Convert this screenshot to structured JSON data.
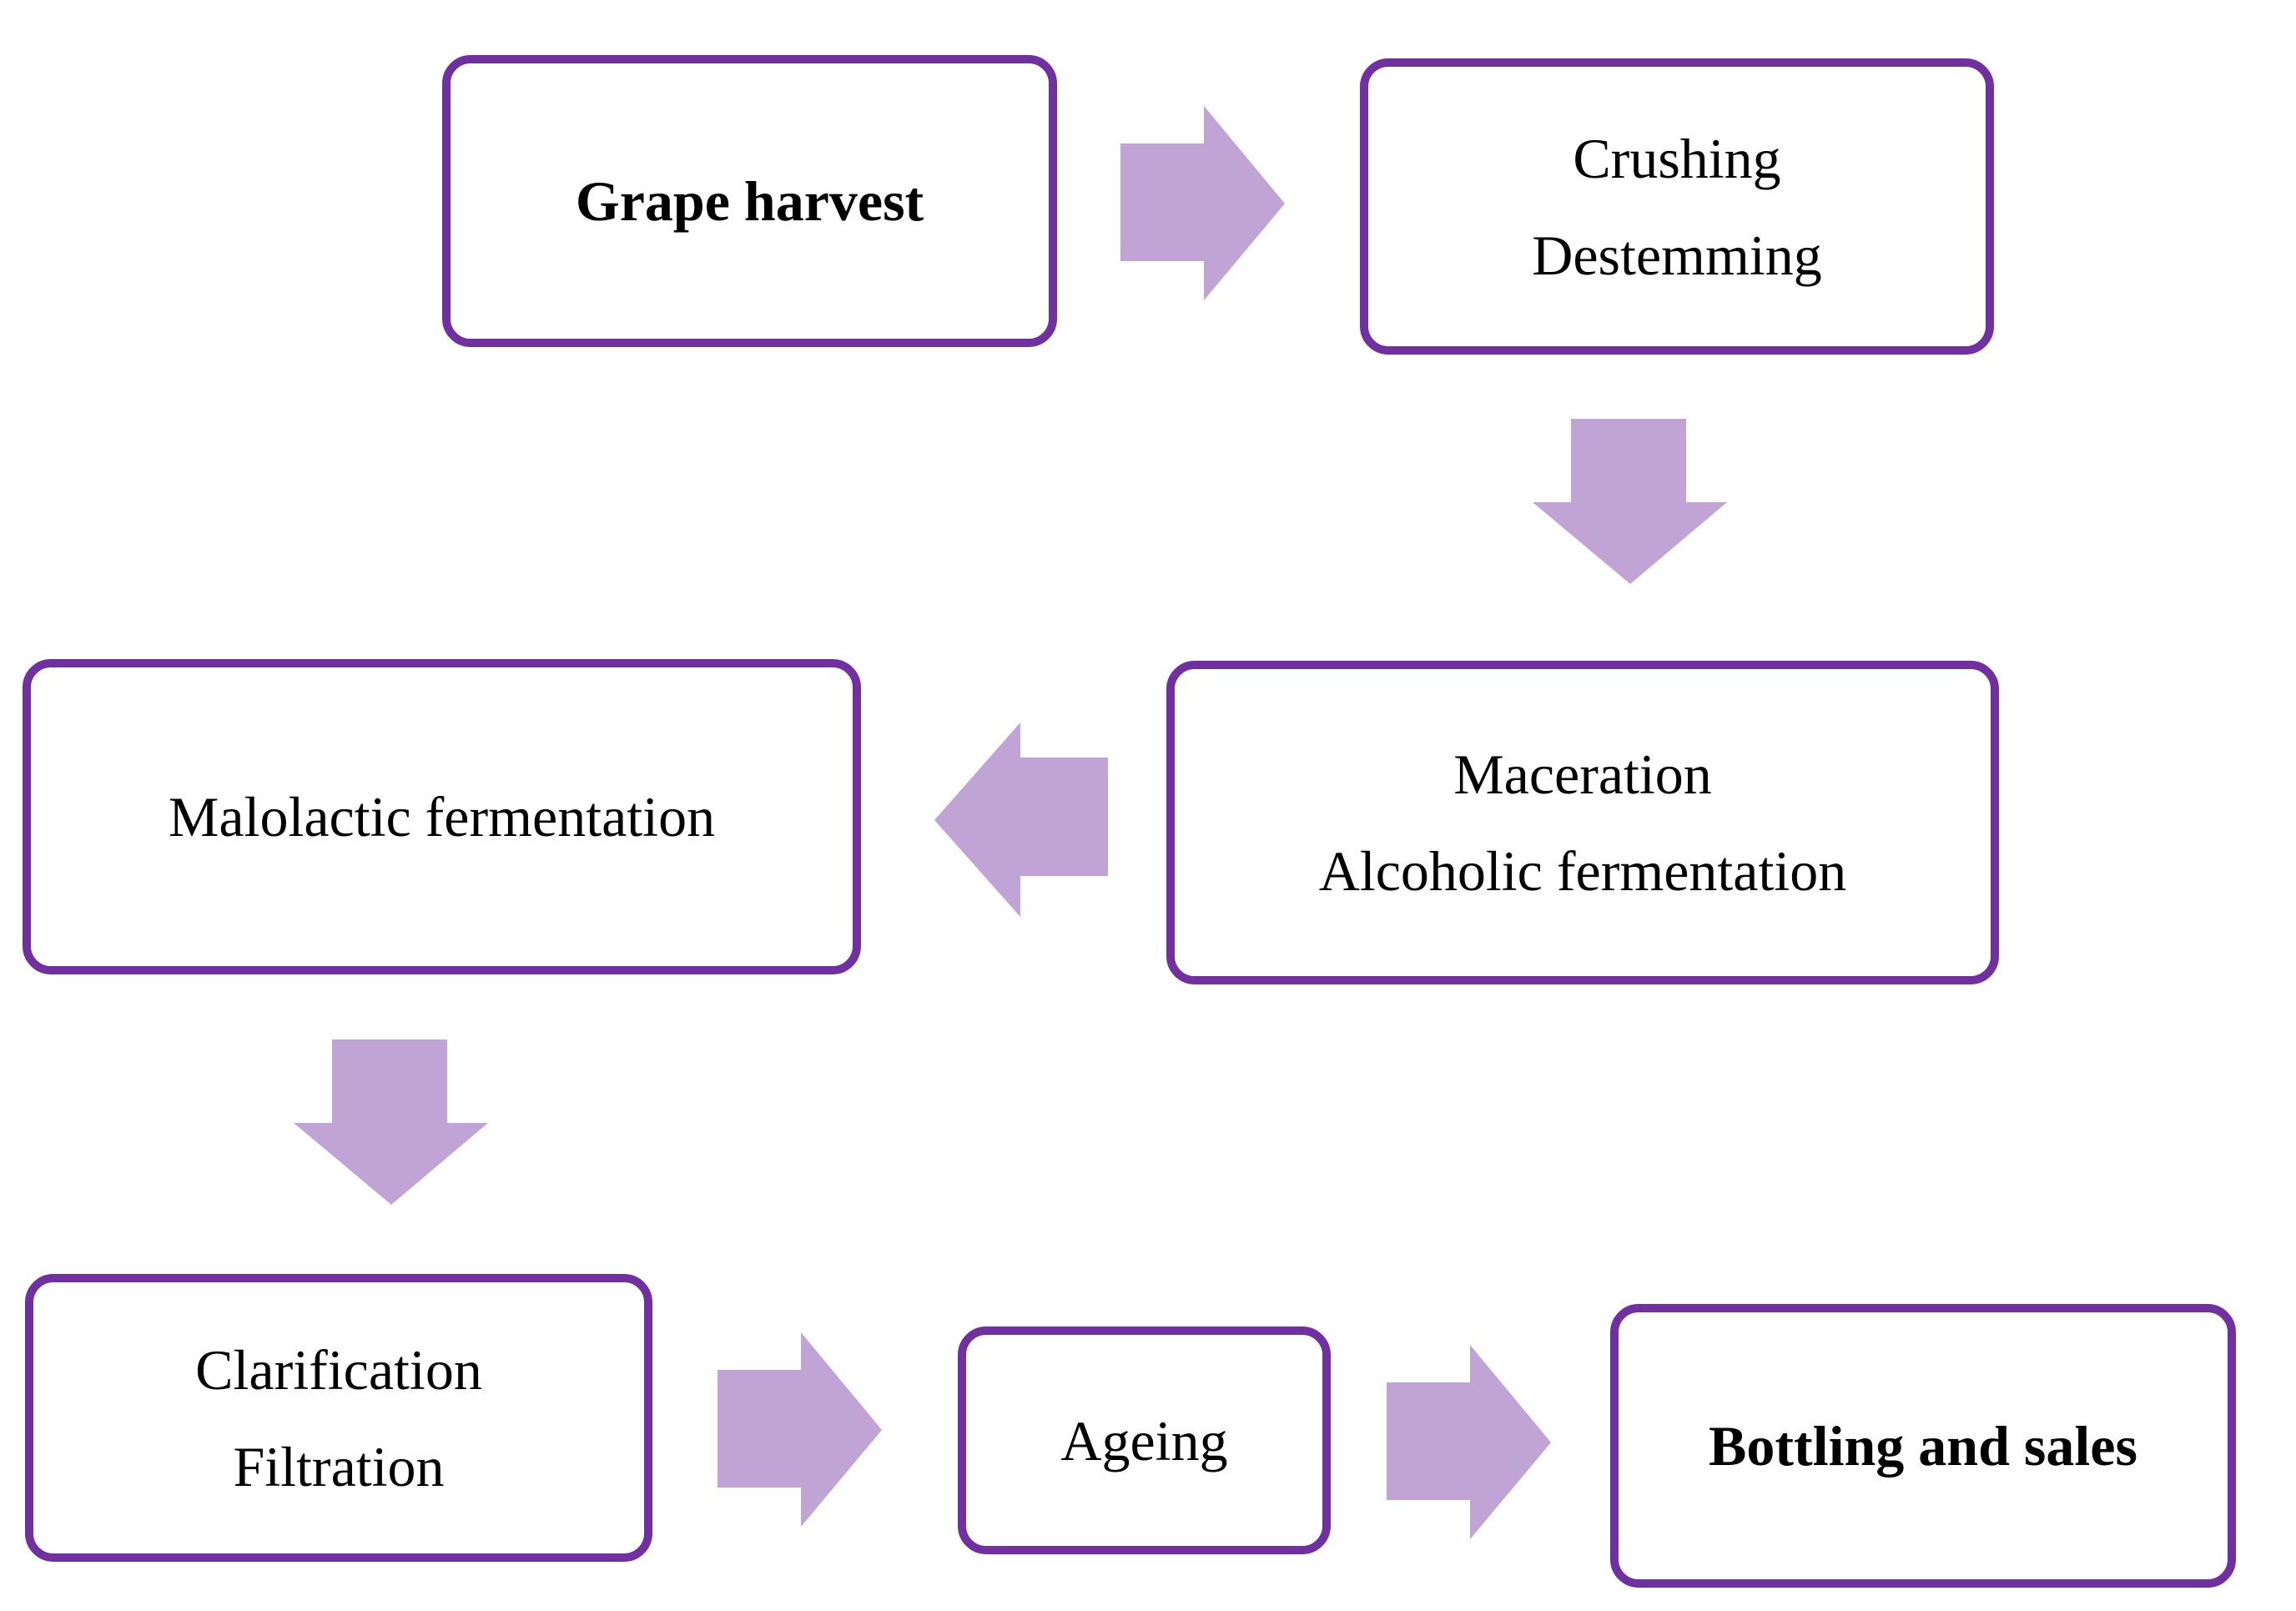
{
  "diagram": {
    "steps": {
      "grape_harvest": {
        "label": "Grape harvest"
      },
      "crushing": {
        "lines": [
          "Crushing",
          "Destemming"
        ]
      },
      "maceration": {
        "lines": [
          "Maceration",
          "Alcoholic fermentation"
        ]
      },
      "malolactic": {
        "label": "Malolactic fermentation"
      },
      "clarification": {
        "lines": [
          "Clarification",
          "Filtration"
        ]
      },
      "ageing": {
        "label": "Ageing"
      },
      "bottling": {
        "label": "Bottling and sales"
      }
    },
    "flow": [
      "grape_harvest",
      "crushing",
      "maceration",
      "malolactic",
      "clarification",
      "ageing",
      "bottling"
    ],
    "colors": {
      "box_border": "#7030A0",
      "arrow_fill": "#C0A4D5",
      "text": "#000000",
      "background": "#FFFFFF"
    }
  }
}
